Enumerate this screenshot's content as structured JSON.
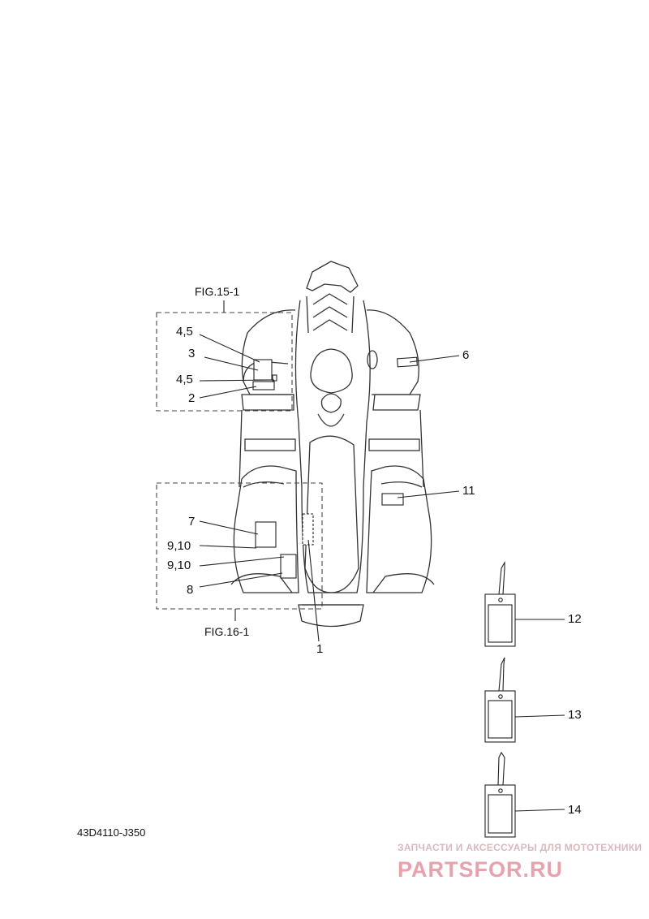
{
  "figures": {
    "fig_15": "FIG.15-1",
    "fig_16": "FIG.16-1"
  },
  "callouts": {
    "c1": "1",
    "c2": "2",
    "c3": "3",
    "c4_5_a": "4,5",
    "c4_5_b": "4,5",
    "c6": "6",
    "c7": "7",
    "c8": "8",
    "c9_10_a": "9,10",
    "c9_10_b": "9,10",
    "c11": "11",
    "c12": "12",
    "c13": "13",
    "c14": "14"
  },
  "diagram_code": "43D4110-J350",
  "watermark": {
    "tagline": "ЗАПЧАСТИ И АКСЕССУАРЫ ДЛЯ МОТОТЕХНИКИ",
    "brand": "PARTSFOR.RU",
    "color": "#e8a2ad"
  }
}
